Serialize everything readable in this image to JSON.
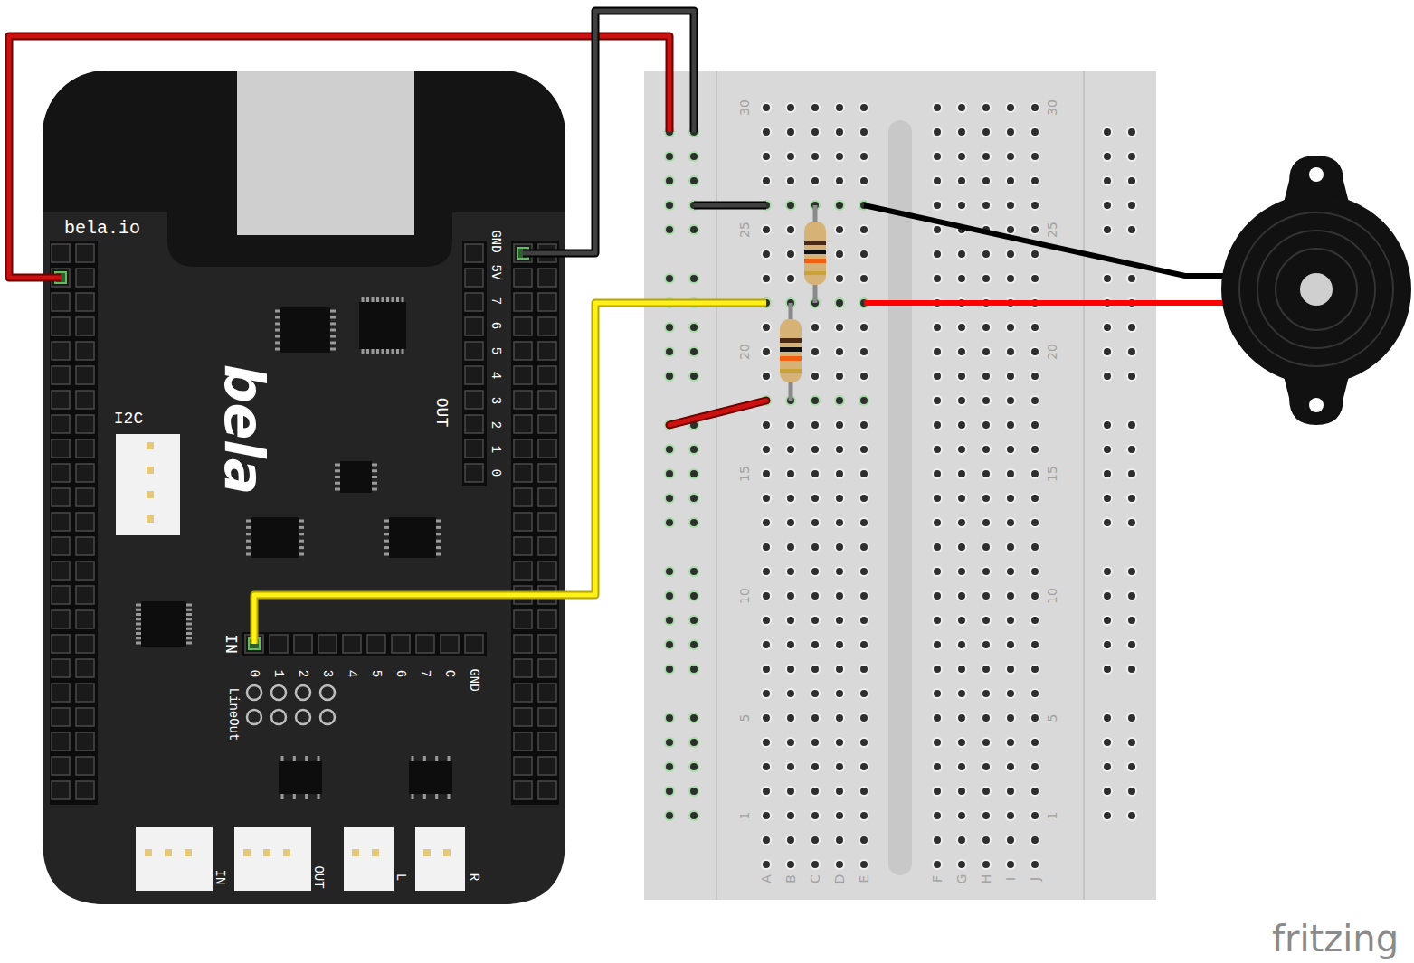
{
  "diagram": {
    "labels": [
      "bela.io",
      "GND",
      "5V",
      "7",
      "6",
      "5",
      "4",
      "3",
      "2",
      "1",
      "0",
      "OUT",
      "bela",
      "I2C",
      "IN",
      "0",
      "1",
      "2",
      "3",
      "4",
      "5",
      "6",
      "7",
      "C",
      "GND",
      "LineOut",
      "IN",
      "OUT",
      "L",
      "R",
      "30",
      "25",
      "20",
      "15",
      "10",
      "5",
      "1",
      "30",
      "25",
      "20",
      "15",
      "10",
      "5",
      "1",
      "A",
      "B",
      "C",
      "D",
      "E",
      "F",
      "G",
      "H",
      "I",
      "J",
      "fritzing"
    ]
  }
}
